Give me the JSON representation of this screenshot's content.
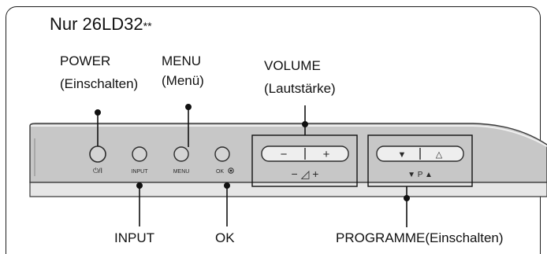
{
  "title": {
    "model": "Nur 26LD32",
    "suffix": "**"
  },
  "callouts": {
    "power": {
      "line1": "POWER",
      "line2": "(Einschalten)"
    },
    "menu": {
      "line1": "MENU",
      "line2": "(Menü)"
    },
    "volume": {
      "line1": "VOLUME",
      "line2": "(Lautstärke)"
    },
    "input": "INPUT",
    "ok": "OK",
    "programme": "PROGRAMME(Einschalten)"
  },
  "panel": {
    "power_symbol": "⏻/I",
    "input_label": "INPUT",
    "menu_label": "MENU",
    "ok_label": "OK",
    "vol_minus": "−",
    "vol_plus": "+",
    "vol_row": "− ◿ +",
    "prog_down": "▼",
    "prog_up": "△",
    "prog_row": "▼  P  ▲"
  },
  "colors": {
    "panel_face": "#c7c7c7",
    "panel_top": "#e6e6e6",
    "frame": "#1e1e1e"
  }
}
